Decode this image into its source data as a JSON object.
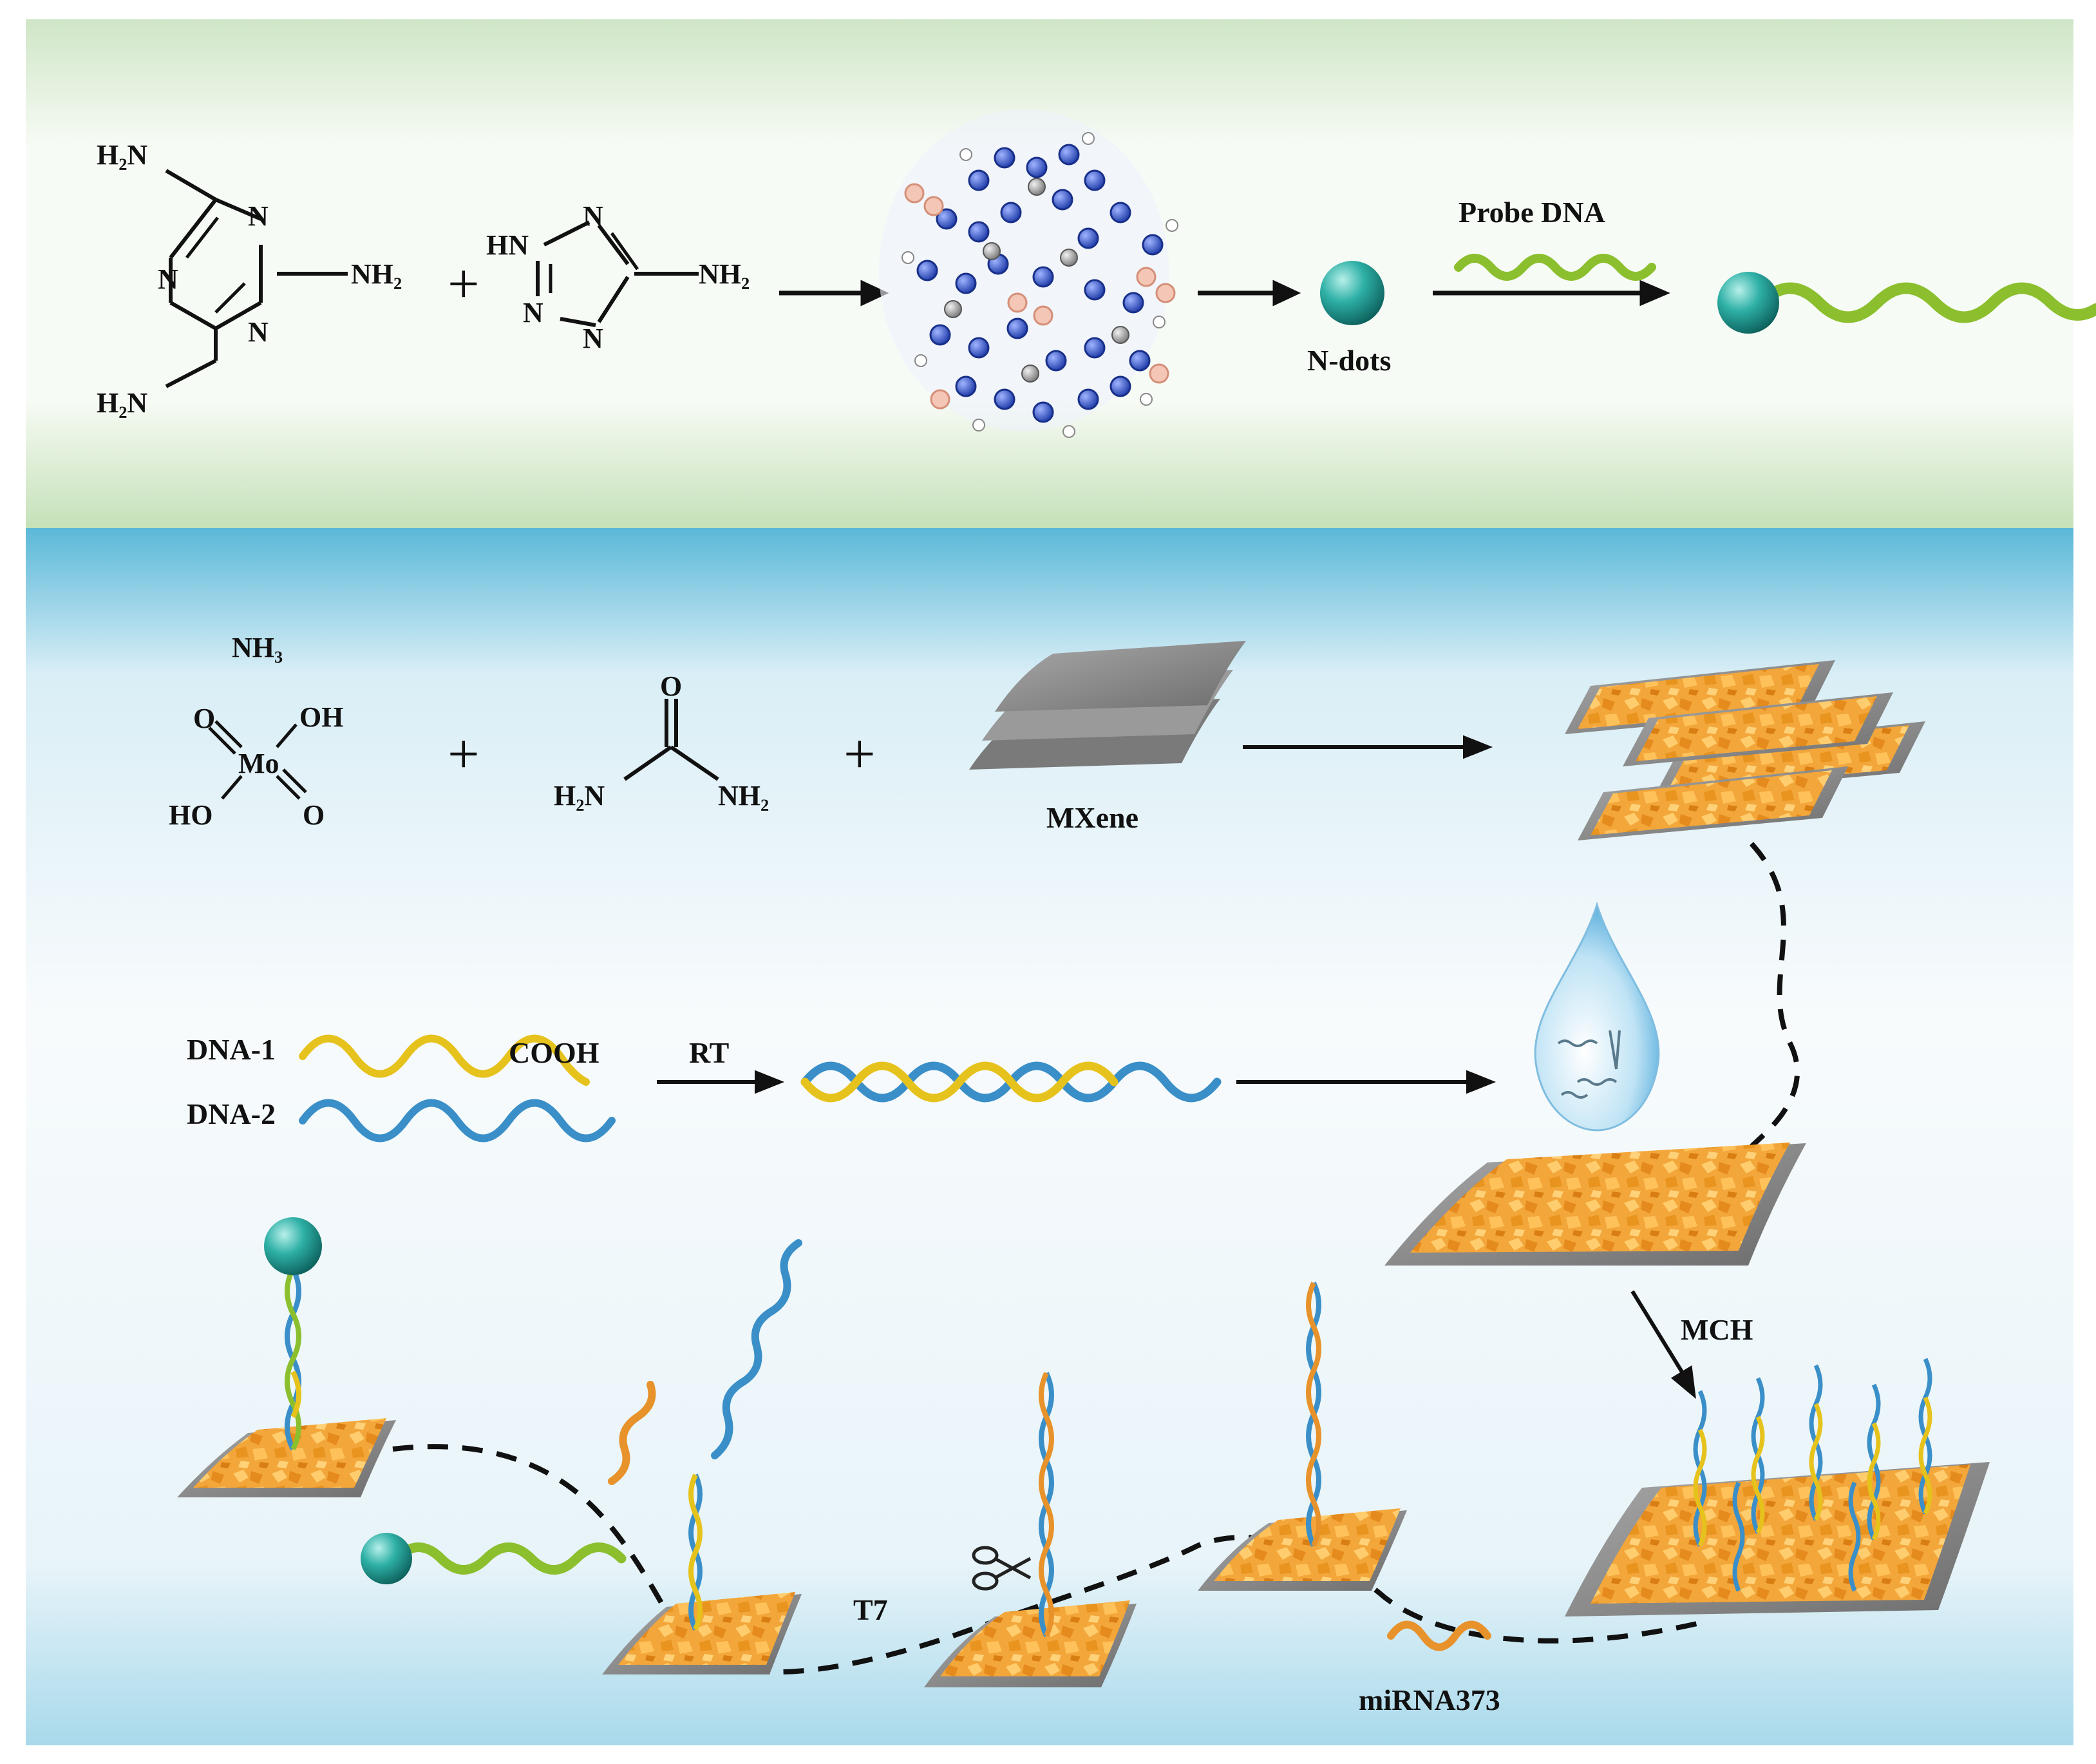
{
  "top_panel": {
    "melamine": {
      "h2n_top": "H₂N",
      "nh2_right": "NH₂",
      "h2n_bottom": "H₂N",
      "ring_n": "N"
    },
    "plus": "+",
    "aminotetrazole": {
      "hn": "HN",
      "n": "N",
      "nh2": "NH₂"
    },
    "ndots_label": "N-dots",
    "probe_label": "Probe DNA"
  },
  "bottom_panel": {
    "molybdate": {
      "nh3": "NH₃",
      "o_left": "O",
      "oh_top": "OH",
      "mo": "Mo",
      "ho_bottom": "HO",
      "o_right": "O"
    },
    "plus": "+",
    "urea": {
      "o": "O",
      "h2n": "H₂N",
      "nh2": "NH₂"
    },
    "mxene_label": "MXene",
    "dna1_label": "DNA-1",
    "cooh_label": "COOH",
    "dna2_label": "DNA-2",
    "rt_label": "RT",
    "mch_label": "MCH",
    "t7_label": "T7",
    "mirna_label": "miRNA373",
    "scissors_icon": "scissors-icon"
  },
  "colors": {
    "top_gradient_start": "#cfe6c6",
    "bottom_gradient_start": "#5ab8d8",
    "dot": "#1f9e97",
    "probe_green": "#8bbf2e",
    "dna_yellow": "#e6c21c",
    "dna_blue": "#3a8fc8",
    "mirna_orange": "#e7922a",
    "flake_orange": "#f5a93a",
    "sheet_gray": "#8c8c8c"
  }
}
